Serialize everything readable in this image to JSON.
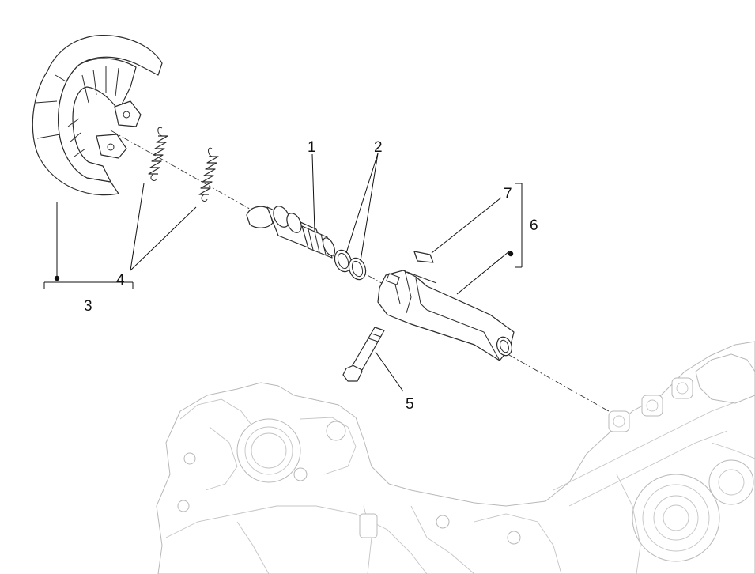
{
  "callouts": {
    "c1": "1",
    "c2": "2",
    "c3": "3",
    "c4": "4",
    "c5": "5",
    "c6": "6",
    "c7": "7"
  },
  "colors": {
    "line": "#2b2b2b",
    "ghost": "#b8b8b8",
    "background": "#ffffff"
  }
}
